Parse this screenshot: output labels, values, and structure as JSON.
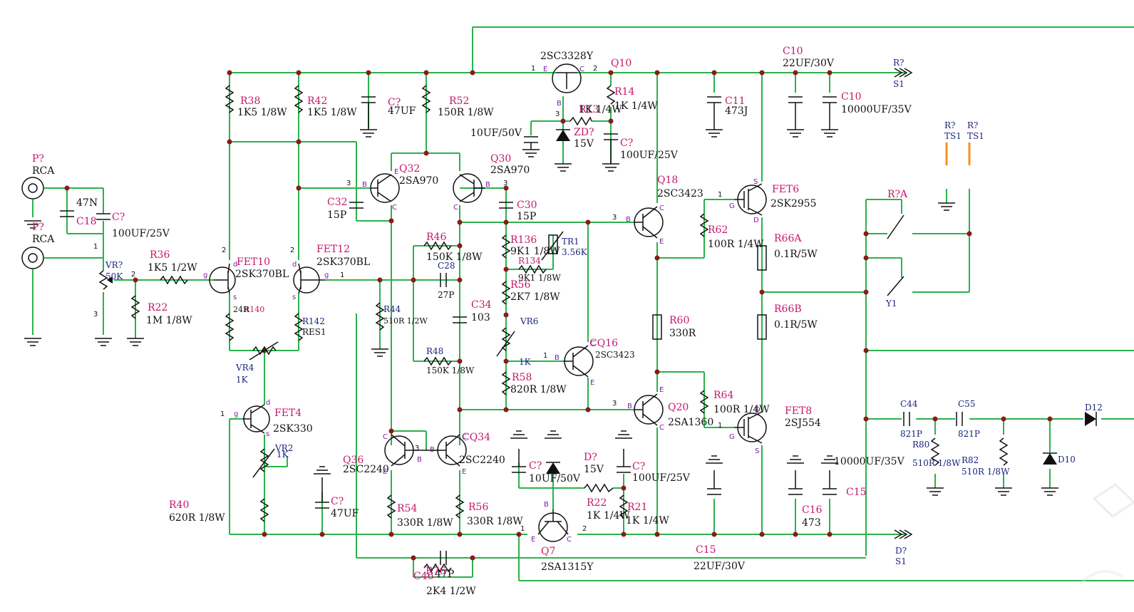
{
  "labels": {
    "q10_ref": "Q10",
    "q10_val": "2SC3328Y",
    "c10a_ref": "C10",
    "c10a_val": "22UF/30V",
    "rq1_ref": "R?",
    "rq1_net": "S1",
    "r38_ref": "R38",
    "r38_val": "1K5 1/8W",
    "r42_ref": "R42",
    "r42_val": "1K5 1/8W",
    "cq47_ref": "C?",
    "cq47_val": "47UF",
    "r52_ref": "R52",
    "r52_val": "150R 1/8W",
    "r14_ref": "R14",
    "r14_val": "1K 1/4W",
    "r13_ref": "R13",
    "r13_val": "1K 1/4W",
    "c11_ref": "C11",
    "c11_val": "473J",
    "c10b_ref": "C10",
    "c10b_val": "10000UF/35V",
    "c10uf_val": "10UF/50V",
    "zd_ref": "ZD?",
    "zd_val": "15V",
    "cq100_ref": "C?",
    "cq100_val": "100UF/25V",
    "ts1a_ref": "R?",
    "ts1a_net": "TS1",
    "ts1b_ref": "R?",
    "ts1b_net": "TS1",
    "pa_ref": "P?",
    "pa_val": "RCA",
    "pb_ref": "P?",
    "pb_val": "RCA",
    "c18_ref": "C18",
    "c18_val": "47N",
    "cq1_ref": "C?",
    "cq1_val": "100UF/25V",
    "q32_ref": "Q32",
    "q32_val": "2SA970",
    "q30_ref": "Q30",
    "q30_val": "2SA970",
    "c32_ref": "C32",
    "c32_val": "15P",
    "c30_ref": "C30",
    "c30_val": "15P",
    "q18_ref": "Q18",
    "q18_val": "2SC3423",
    "fet6_ref": "FET6",
    "fet6_val": "2SK2955",
    "cq_c10": "C?",
    "ra_ref": "R?A",
    "r62_ref": "R62",
    "r62_val": "100R 1/4W",
    "r66a_ref": "R66A",
    "r66a_val": "0.1R/5W",
    "r46_ref": "R46",
    "r46_val": "150K 1/8W",
    "r136_ref": "R136",
    "r136_val": "9K1 1/8W",
    "tr1_ref": "TR1",
    "tr1_val": "3.56K",
    "vr_ref": "VR?",
    "vr_val": "50K",
    "r36_ref": "R36",
    "r36_val": "1K5 1/2W",
    "fet10_ref": "FET10",
    "fet10_val": "2SK370BL",
    "fet12_ref": "FET12",
    "fet12_val": "2SK370BL",
    "c28_ref": "C28",
    "c28_val": "27P",
    "r134_ref": "R134",
    "r134_val": "9K1 1/8W",
    "r56a_ref": "R56",
    "r56a_val": "2K7 1/8W",
    "y1_ref": "Y1",
    "r66b_ref": "R66B",
    "r66b_val": "0.1R/5W",
    "r22a_ref": "R22",
    "r22a_val": "1M 1/8W",
    "r140_ref": "R140",
    "r140_val": "24R",
    "r44_ref": "R44",
    "r44_val": "510R 1/2W",
    "r142_ref": "R142",
    "r142_val": "RES1",
    "c34_ref": "C34",
    "c34_val": "103",
    "r60_ref": "R60",
    "r60_val": "330R",
    "vr6_ref": "VR6",
    "cq16_ref": "CQ16",
    "cq16_val": "2SC3423",
    "vr6_val": "1K",
    "r48_ref": "R48",
    "r48_val": "150K 1/8W",
    "vr4_ref": "VR4",
    "vr4_val": "1K",
    "r58_ref": "R58",
    "r58_val": "820R 1/8W",
    "r64_ref": "R64",
    "r64_val": "100R 1/4W",
    "q20_ref": "Q20",
    "q20_val": "2SA1360",
    "fet8_ref": "FET8",
    "fet8_val": "2SJ554",
    "c44_ref": "C44",
    "c44_val": "821P",
    "c55_ref": "C55",
    "c55_val": "821P",
    "d12_ref": "D12",
    "fet4_ref": "FET4",
    "fet4_val": "2SK330",
    "vr2_ref": "VR2",
    "vr2_val": "1K",
    "cq34_ref": "CQ34",
    "cq34_val": "2SC2240",
    "q36_ref": "Q36",
    "q36_val": "2SC2240",
    "cq_c10m": "C?",
    "c10m_val": "10UF/50V",
    "dq_ref": "D?",
    "dq_val": "15V",
    "cq100b_ref": "C?",
    "cq100b_val": "100UF/25V",
    "c15a_val": "10000UF/35V",
    "c15a_ref": "C15",
    "r80_ref": "R80",
    "r80_val": "510R 1/8W",
    "r82_ref": "R82",
    "r82_val": "510R 1/8W",
    "d10_ref": "D10",
    "r40_ref": "R40",
    "r40_val": "620R 1/8W",
    "cq47b_ref": "C?",
    "cq47b_val": "47UF",
    "r54_ref": "R54",
    "r54_val": "330R 1/8W",
    "r56b_ref": "R56",
    "r56b_val": "330R 1/8W",
    "r22b_ref": "R22",
    "r22b_val": "1K 1/4W",
    "r21_ref": "R21",
    "r21_val": "1K 1/4W",
    "c16_ref": "C16",
    "c16_val": "473",
    "dq2_ref": "D?",
    "dq2_net": "S1",
    "q7_ref": "Q7",
    "q7_val": "2SA1315Y",
    "c15b_ref": "C15",
    "c15b_val": "22UF/30V",
    "r76_ref": "R76",
    "c46_ref": "C46",
    "c46_val": "47P",
    "r76_val": "2K4 1/2W"
  },
  "colors": {
    "wire": "#2bb24c",
    "ref": "#c4186b",
    "net": "#1a237e",
    "pin": "#7b1fa2",
    "thermal": "#f0931c"
  }
}
